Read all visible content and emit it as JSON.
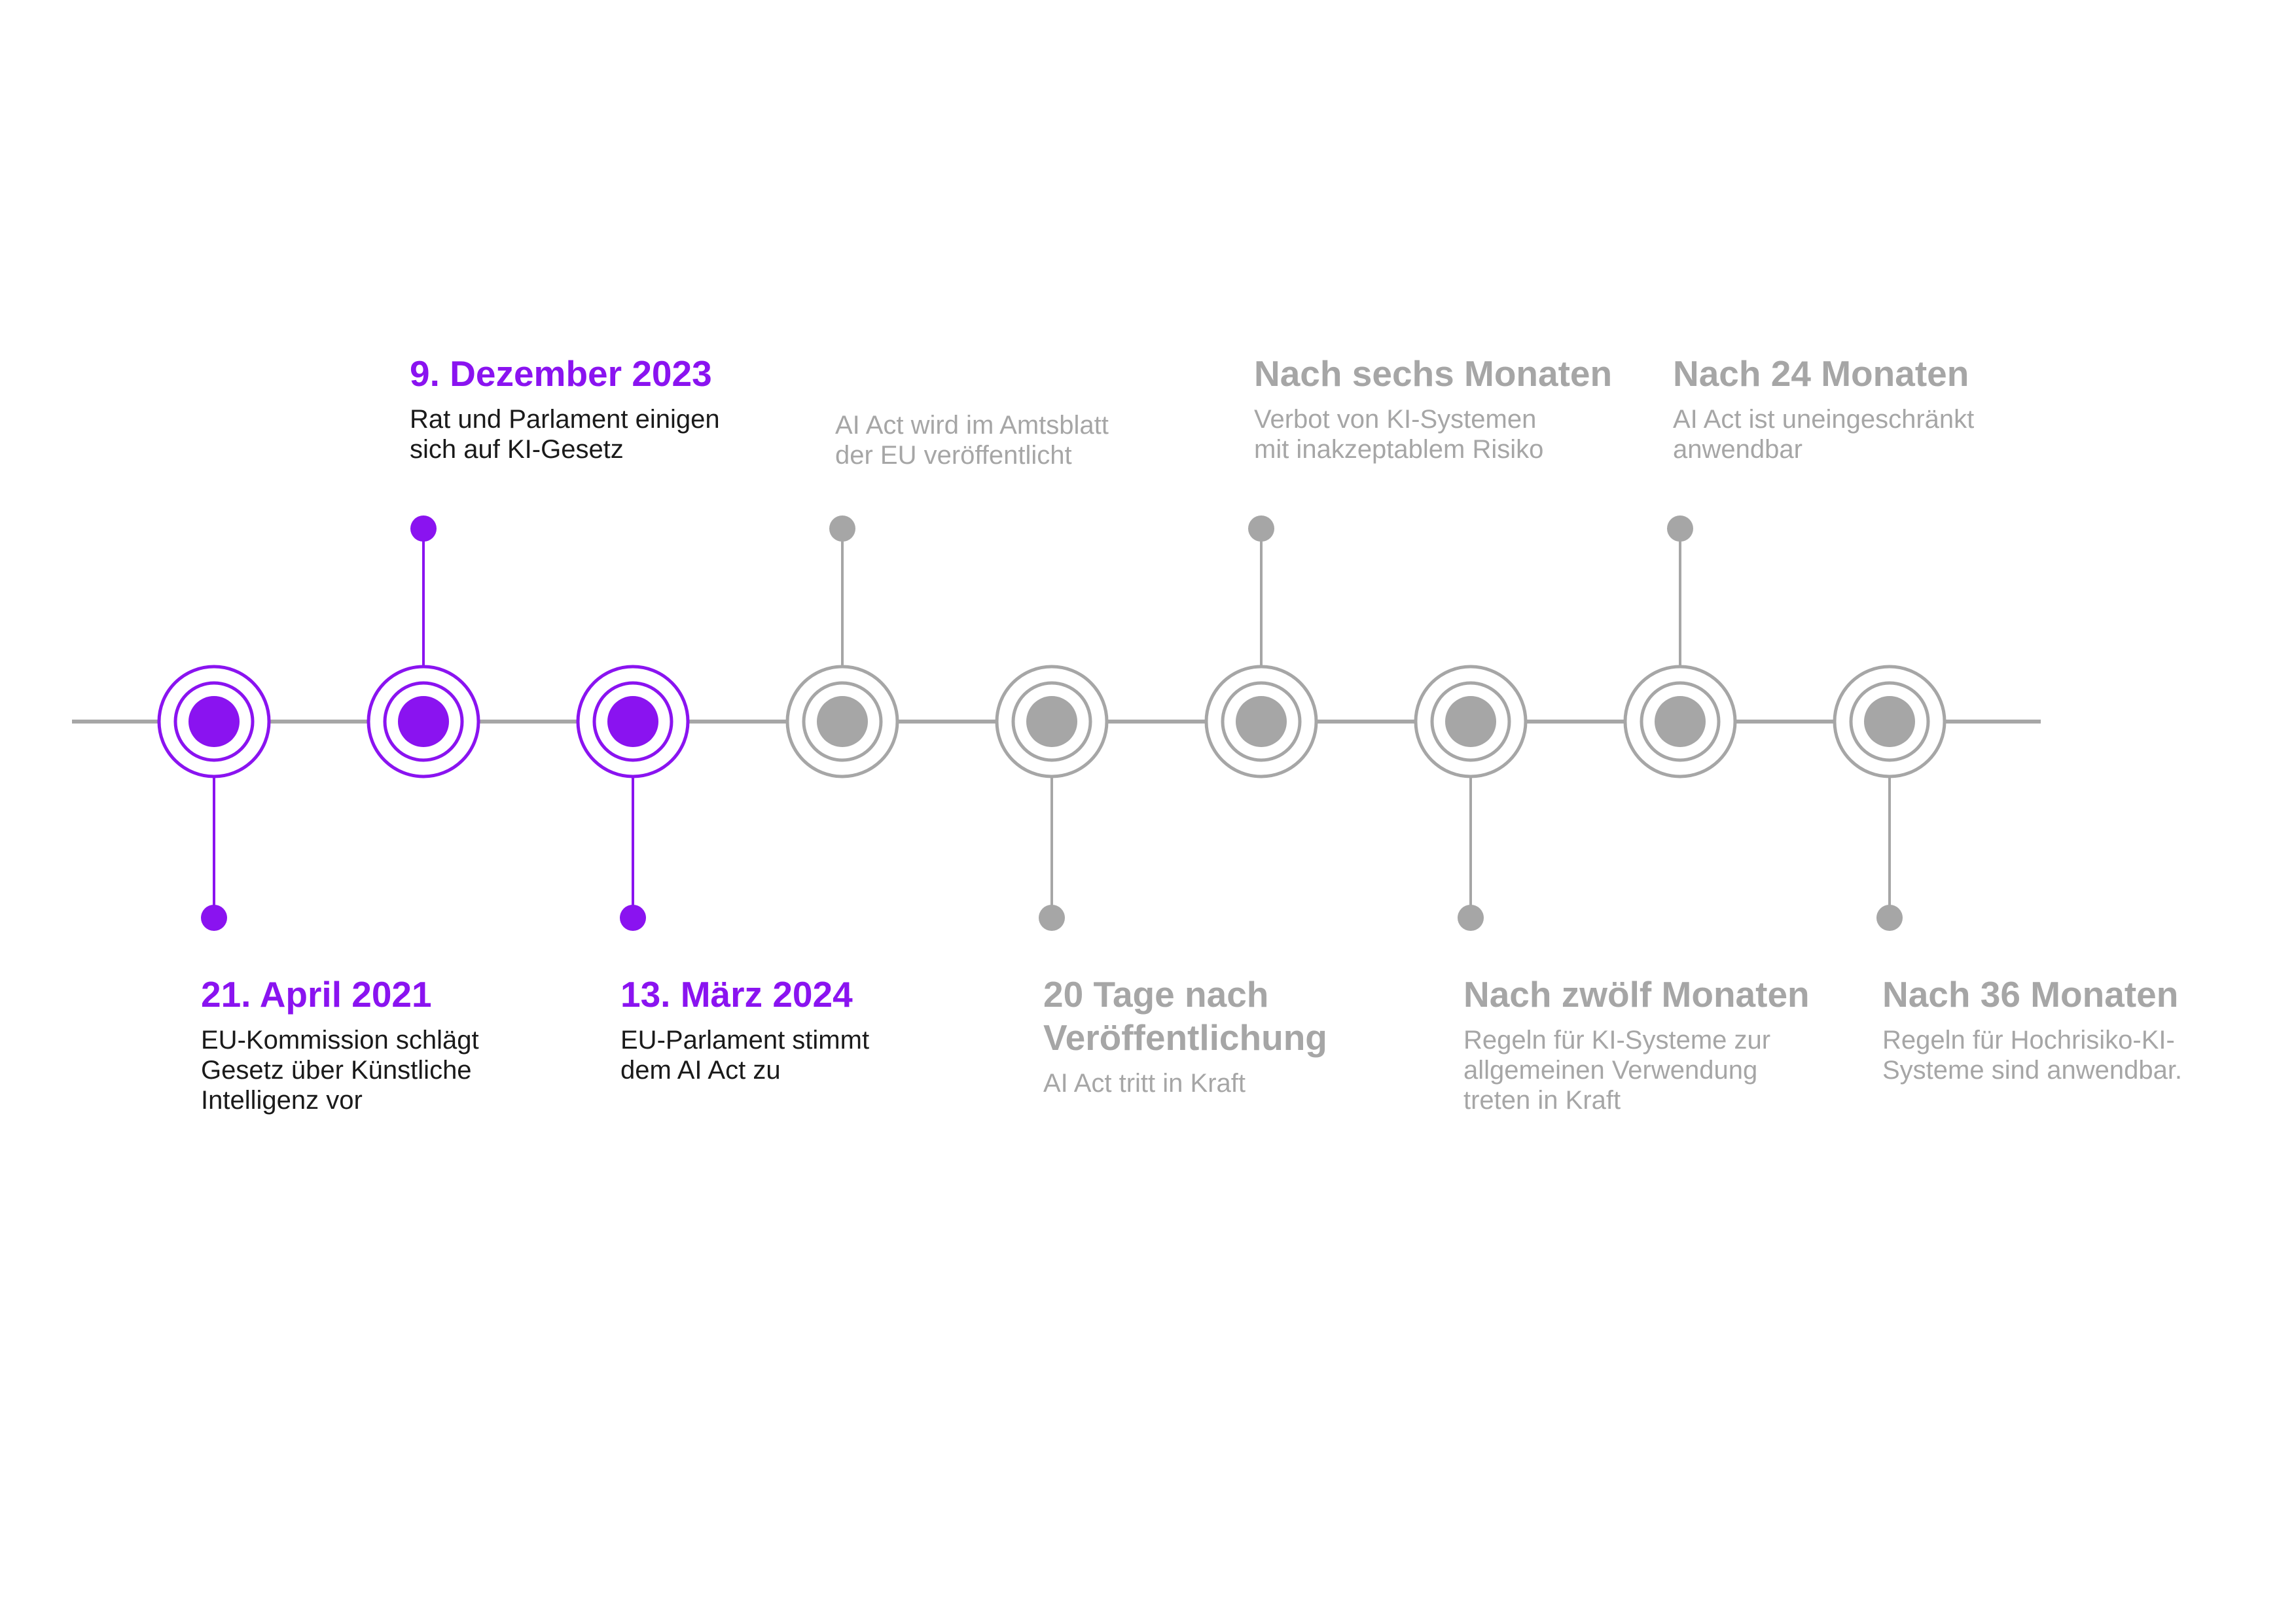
{
  "colors": {
    "accent": "#8a13f0",
    "inactive": "#a6a6a6",
    "axis": "#a6a6a6",
    "text_dark": "#1a1a1a"
  },
  "timeline": {
    "events": [
      {
        "title": "21. April 2021",
        "desc": [
          "EU-Kommission schlägt",
          "Gesetz über Künstliche",
          "Intelligenz vor"
        ],
        "status": "done",
        "side": "below"
      },
      {
        "title": "9. Dezember 2023",
        "desc": [
          "Rat und Parlament einigen",
          "sich auf KI-Gesetz"
        ],
        "status": "done",
        "side": "above"
      },
      {
        "title": "13. März 2024",
        "desc": [
          "EU-Parlament stimmt",
          "dem AI Act zu"
        ],
        "status": "done",
        "side": "below"
      },
      {
        "title": "",
        "desc": [
          "AI Act wird im Amtsblatt",
          "der EU veröffentlicht"
        ],
        "status": "pending",
        "side": "above"
      },
      {
        "title": "20 Tage nach Veröffentlichung",
        "desc": [
          "AI Act tritt in Kraft"
        ],
        "status": "pending",
        "side": "below"
      },
      {
        "title": "Nach sechs Monaten",
        "desc": [
          "Verbot von KI-Systemen",
          "mit inakzeptablem Risiko"
        ],
        "status": "pending",
        "side": "above"
      },
      {
        "title": "Nach zwölf Monaten",
        "desc": [
          "Regeln für KI-Systeme zur",
          "allgemeinen Verwendung",
          "treten in Kraft"
        ],
        "status": "pending",
        "side": "below"
      },
      {
        "title": "Nach 24 Monaten",
        "desc": [
          "AI Act ist uneingeschränkt",
          "anwendbar"
        ],
        "status": "pending",
        "side": "above"
      },
      {
        "title": "Nach 36 Monaten",
        "desc": [
          "Regeln für Hochrisiko-KI-",
          "Systeme sind anwendbar."
        ],
        "status": "pending",
        "side": "below"
      }
    ]
  }
}
